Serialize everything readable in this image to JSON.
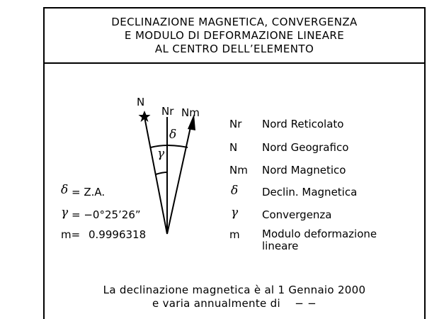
{
  "title": {
    "line1": "DECLINAZIONE MAGNETICA, CONVERGENZA",
    "line2": "E MODULO DI DEFORMAZIONE LINEARE",
    "line3": "AL CENTRO DELL’ELEMENTO"
  },
  "diagram": {
    "label_n": "N",
    "label_nr": "Nr",
    "label_nm": "Nm",
    "label_delta": "δ",
    "label_gamma": "γ"
  },
  "values": {
    "delta_symbol": "δ",
    "delta_value": "= Z.A.",
    "gamma_symbol": "γ",
    "gamma_value": "= −0°25’26”",
    "m_label": "m=",
    "m_value": "0.9996318"
  },
  "legend": [
    {
      "symbol": "Nr",
      "text": "Nord Reticolato"
    },
    {
      "symbol": "N",
      "text": "Nord Geografico"
    },
    {
      "symbol": "Nm",
      "text": "Nord Magnetico"
    },
    {
      "symbol": "δ",
      "text": "Declin. Magnetica"
    },
    {
      "symbol": "γ",
      "text": "Convergenza"
    },
    {
      "symbol": "m",
      "text": "Modulo deformazione",
      "text2": "lineare"
    }
  ],
  "note": {
    "line1": "La declinazione magnetica è al 1 Gennaio 2000",
    "line2": "e varia annualmente di    − −"
  }
}
